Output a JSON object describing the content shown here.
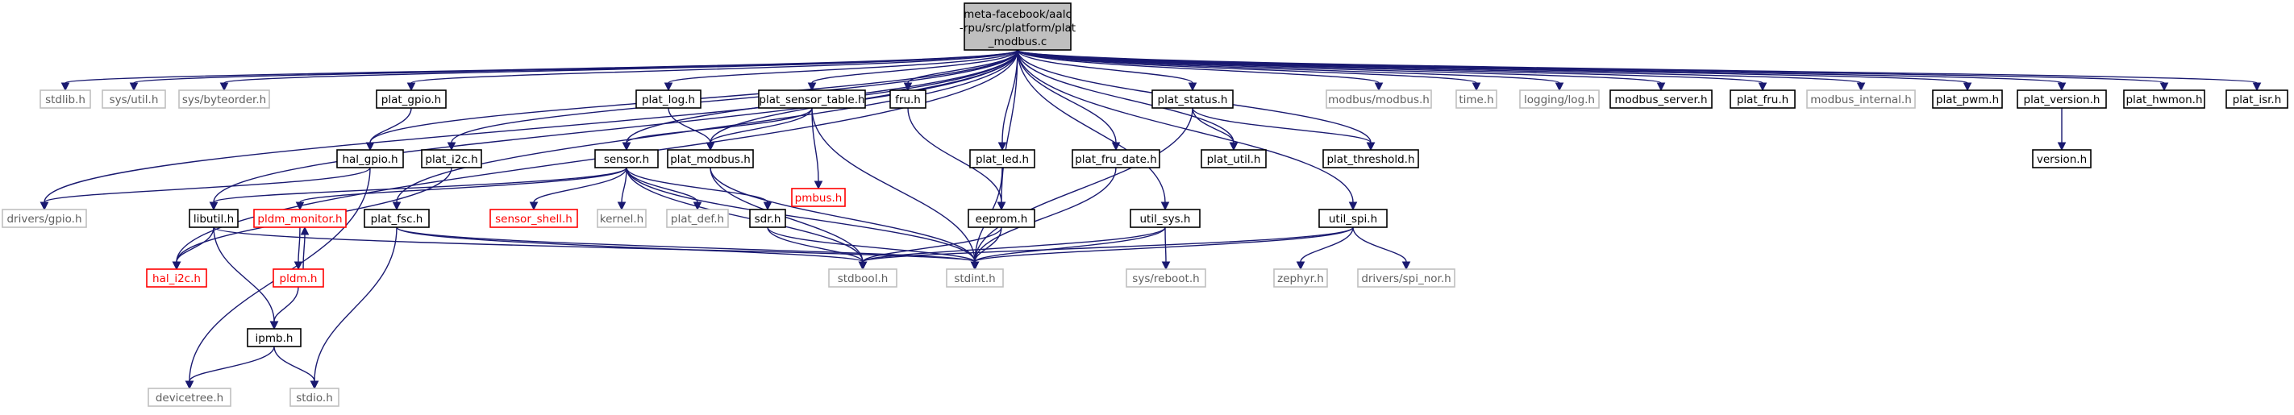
{
  "colors": {
    "edge": "#191970",
    "root_fill": "#bfbfbf",
    "external_border": "#c0c0c0",
    "missing_border": "#ff0000"
  },
  "root": {
    "id": "root",
    "lines": [
      "meta-facebook/aalc",
      "-rpu/src/platform/plat",
      "_modbus.c"
    ]
  },
  "nodes": [
    {
      "id": "stdlib",
      "label": "stdlib.h",
      "style": "ext"
    },
    {
      "id": "sysutil",
      "label": "sys/util.h",
      "style": "ext"
    },
    {
      "id": "sysbyteorder",
      "label": "sys/byteorder.h",
      "style": "ext"
    },
    {
      "id": "plat_gpio",
      "label": "plat_gpio.h",
      "style": "doc"
    },
    {
      "id": "hal_gpio",
      "label": "hal_gpio.h",
      "style": "doc"
    },
    {
      "id": "drivers_gpio",
      "label": "drivers/gpio.h",
      "style": "ext"
    },
    {
      "id": "plat_i2c",
      "label": "plat_i2c.h",
      "style": "doc"
    },
    {
      "id": "hal_i2c",
      "label": "hal_i2c.h",
      "style": "red"
    },
    {
      "id": "plat_log",
      "label": "plat_log.h",
      "style": "doc"
    },
    {
      "id": "plat_sensor_table",
      "label": "plat_sensor_table.h",
      "style": "doc"
    },
    {
      "id": "sensor",
      "label": "sensor.h",
      "style": "doc"
    },
    {
      "id": "plat_modbus",
      "label": "plat_modbus.h",
      "style": "doc"
    },
    {
      "id": "pmbus",
      "label": "pmbus.h",
      "style": "red"
    },
    {
      "id": "libutil",
      "label": "libutil.h",
      "style": "doc"
    },
    {
      "id": "pldm_monitor",
      "label": "pldm_monitor.h",
      "style": "red"
    },
    {
      "id": "pldm",
      "label": "pldm.h",
      "style": "red"
    },
    {
      "id": "ipmb",
      "label": "ipmb.h",
      "style": "doc"
    },
    {
      "id": "devicetree",
      "label": "devicetree.h",
      "style": "ext"
    },
    {
      "id": "stdio",
      "label": "stdio.h",
      "style": "ext"
    },
    {
      "id": "plat_fsc",
      "label": "plat_fsc.h",
      "style": "doc"
    },
    {
      "id": "sensor_shell",
      "label": "sensor_shell.h",
      "style": "red"
    },
    {
      "id": "kernel",
      "label": "kernel.h",
      "style": "ext"
    },
    {
      "id": "plat_def",
      "label": "plat_def.h",
      "style": "ext"
    },
    {
      "id": "sdr",
      "label": "sdr.h",
      "style": "doc"
    },
    {
      "id": "stdbool",
      "label": "stdbool.h",
      "style": "ext"
    },
    {
      "id": "stdint",
      "label": "stdint.h",
      "style": "ext"
    },
    {
      "id": "fru",
      "label": "fru.h",
      "style": "doc"
    },
    {
      "id": "eeprom",
      "label": "eeprom.h",
      "style": "doc"
    },
    {
      "id": "plat_led",
      "label": "plat_led.h",
      "style": "doc"
    },
    {
      "id": "plat_fru_date",
      "label": "plat_fru_date.h",
      "style": "doc"
    },
    {
      "id": "plat_status",
      "label": "plat_status.h",
      "style": "doc"
    },
    {
      "id": "plat_util",
      "label": "plat_util.h",
      "style": "doc"
    },
    {
      "id": "plat_threshold",
      "label": "plat_threshold.h",
      "style": "doc"
    },
    {
      "id": "util_sys",
      "label": "util_sys.h",
      "style": "doc"
    },
    {
      "id": "sysreboot",
      "label": "sys/reboot.h",
      "style": "ext"
    },
    {
      "id": "util_spi",
      "label": "util_spi.h",
      "style": "doc"
    },
    {
      "id": "zephyr",
      "label": "zephyr.h",
      "style": "ext"
    },
    {
      "id": "spi_nor",
      "label": "drivers/spi_nor.h",
      "style": "ext"
    },
    {
      "id": "modbus_modbus",
      "label": "modbus/modbus.h",
      "style": "ext"
    },
    {
      "id": "time",
      "label": "time.h",
      "style": "ext"
    },
    {
      "id": "logging",
      "label": "logging/log.h",
      "style": "ext"
    },
    {
      "id": "modbus_server",
      "label": "modbus_server.h",
      "style": "doc"
    },
    {
      "id": "plat_fru",
      "label": "plat_fru.h",
      "style": "doc"
    },
    {
      "id": "modbus_internal",
      "label": "modbus_internal.h",
      "style": "ext"
    },
    {
      "id": "plat_pwm",
      "label": "plat_pwm.h",
      "style": "doc"
    },
    {
      "id": "plat_version",
      "label": "plat_version.h",
      "style": "doc"
    },
    {
      "id": "version",
      "label": "version.h",
      "style": "doc"
    },
    {
      "id": "plat_hwmon",
      "label": "plat_hwmon.h",
      "style": "doc"
    },
    {
      "id": "plat_isr",
      "label": "plat_isr.h",
      "style": "doc"
    }
  ],
  "edges": [
    [
      "root",
      "stdlib"
    ],
    [
      "root",
      "sysutil"
    ],
    [
      "root",
      "sysbyteorder"
    ],
    [
      "root",
      "plat_gpio"
    ],
    [
      "root",
      "hal_gpio"
    ],
    [
      "root",
      "drivers_gpio"
    ],
    [
      "root",
      "plat_i2c"
    ],
    [
      "root",
      "hal_i2c"
    ],
    [
      "root",
      "plat_log"
    ],
    [
      "root",
      "plat_sensor_table"
    ],
    [
      "root",
      "sensor"
    ],
    [
      "root",
      "plat_modbus"
    ],
    [
      "root",
      "libutil"
    ],
    [
      "root",
      "plat_fsc"
    ],
    [
      "root",
      "fru"
    ],
    [
      "root",
      "eeprom"
    ],
    [
      "root",
      "plat_led"
    ],
    [
      "root",
      "plat_fru_date"
    ],
    [
      "root",
      "plat_status"
    ],
    [
      "root",
      "plat_util"
    ],
    [
      "root",
      "plat_threshold"
    ],
    [
      "root",
      "util_sys"
    ],
    [
      "root",
      "util_spi"
    ],
    [
      "root",
      "modbus_modbus"
    ],
    [
      "root",
      "time"
    ],
    [
      "root",
      "logging"
    ],
    [
      "root",
      "modbus_server"
    ],
    [
      "root",
      "plat_fru"
    ],
    [
      "root",
      "modbus_internal"
    ],
    [
      "root",
      "plat_pwm"
    ],
    [
      "root",
      "plat_version"
    ],
    [
      "root",
      "plat_hwmon"
    ],
    [
      "root",
      "plat_isr"
    ],
    [
      "plat_gpio",
      "hal_gpio"
    ],
    [
      "hal_gpio",
      "drivers_gpio"
    ],
    [
      "hal_gpio",
      "devicetree"
    ],
    [
      "plat_i2c",
      "hal_i2c"
    ],
    [
      "plat_log",
      "plat_modbus"
    ],
    [
      "plat_sensor_table",
      "sensor"
    ],
    [
      "plat_sensor_table",
      "plat_modbus"
    ],
    [
      "plat_sensor_table",
      "pmbus"
    ],
    [
      "plat_sensor_table",
      "stdint"
    ],
    [
      "sensor",
      "libutil"
    ],
    [
      "sensor",
      "pldm_monitor"
    ],
    [
      "sensor",
      "sensor_shell"
    ],
    [
      "sensor",
      "kernel"
    ],
    [
      "sensor",
      "plat_def"
    ],
    [
      "sensor",
      "sdr"
    ],
    [
      "sensor",
      "stdbool"
    ],
    [
      "sensor",
      "stdint"
    ],
    [
      "plat_modbus",
      "stdbool"
    ],
    [
      "plat_modbus",
      "stdint"
    ],
    [
      "libutil",
      "hal_i2c"
    ],
    [
      "libutil",
      "ipmb"
    ],
    [
      "libutil",
      "stdint"
    ],
    [
      "pldm_monitor",
      "pldm"
    ],
    [
      "pldm",
      "pldm_monitor"
    ],
    [
      "pldm",
      "ipmb"
    ],
    [
      "ipmb",
      "devicetree"
    ],
    [
      "ipmb",
      "stdio"
    ],
    [
      "plat_fsc",
      "stdio"
    ],
    [
      "plat_fsc",
      "stdbool"
    ],
    [
      "plat_fsc",
      "stdint"
    ],
    [
      "sdr",
      "stdbool"
    ],
    [
      "sdr",
      "stdint"
    ],
    [
      "fru",
      "eeprom"
    ],
    [
      "eeprom",
      "stdbool"
    ],
    [
      "eeprom",
      "stdint"
    ],
    [
      "plat_led",
      "stdint"
    ],
    [
      "plat_fru_date",
      "stdint"
    ],
    [
      "plat_status",
      "plat_util"
    ],
    [
      "plat_status",
      "plat_threshold"
    ],
    [
      "plat_status",
      "stdint"
    ],
    [
      "util_sys",
      "sysreboot"
    ],
    [
      "util_sys",
      "stdbool"
    ],
    [
      "util_sys",
      "stdint"
    ],
    [
      "util_spi",
      "zephyr"
    ],
    [
      "util_spi",
      "spi_nor"
    ],
    [
      "util_spi",
      "stdbool"
    ],
    [
      "util_spi",
      "stdint"
    ],
    [
      "plat_version",
      "version"
    ]
  ]
}
